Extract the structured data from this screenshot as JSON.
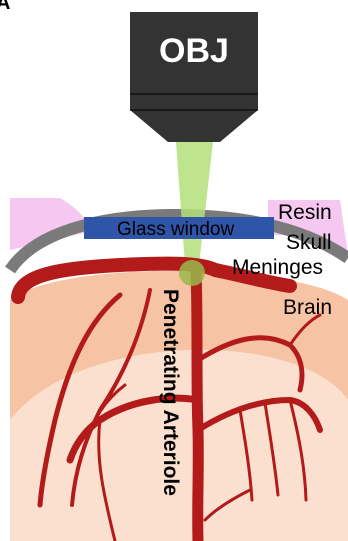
{
  "panel_letter": "A",
  "objective": {
    "label": "OBJ"
  },
  "labels": {
    "resin": "Resin",
    "glass_window": "Glass window",
    "skull": "Skull",
    "meninges": "Meninges",
    "brain": "Brain",
    "penetrating_arteriole": "Penetrating Arteriole"
  },
  "colors": {
    "objective_body": "#333333",
    "objective_text": "#ffffff",
    "laser_beam": "#b3e07a",
    "glass_window": "#2f55a8",
    "glass_text": "#ffffff",
    "skull": "#7a7a7a",
    "resin": "#f6c7f0",
    "meninges_vessel": "#b31b1b",
    "brain_outer": "#f6c4a4",
    "brain_inner": "#fbe0cf",
    "focal_spot": "#9ab84a"
  }
}
